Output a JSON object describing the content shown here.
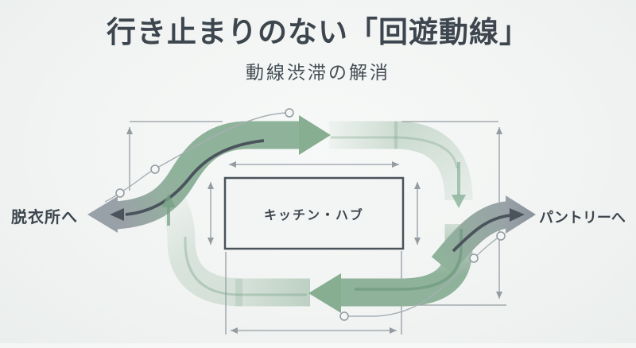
{
  "slide": {
    "title": "行き止まりのない「回遊動線」",
    "subtitle": "動線渋滞の解消"
  },
  "diagram": {
    "hub_label": "キッチン・ハブ",
    "left_exit_label": "脱衣所へ",
    "right_exit_label": "パントリーへ"
  },
  "colors": {
    "background": "#f2f4f3",
    "ink": "#3d464e",
    "flow_green": "#8fb29a",
    "flow_green_dark": "#6f9a80",
    "exit_gray": "#98a0a7",
    "thin_arrow_dark": "#4b545c",
    "dimension_line": "#949ca1",
    "hub_border": "#4a525a"
  }
}
